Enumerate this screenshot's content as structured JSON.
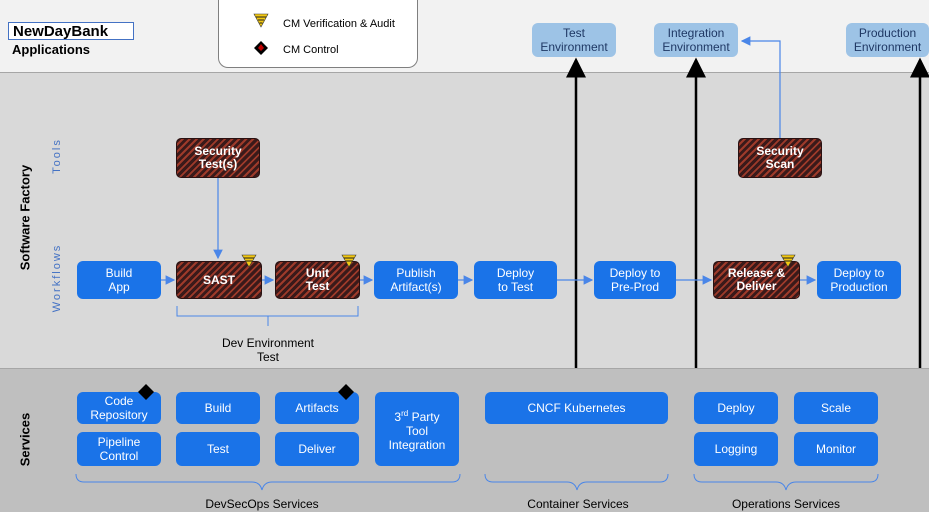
{
  "header": {
    "brand": "NewDayBank",
    "subtitle": "Applications"
  },
  "legend": {
    "verification_label": "CM Verification & Audit",
    "control_label": "CM Control"
  },
  "environments": {
    "test": "Test Environment",
    "integration": "Integration Environment",
    "production": "Production Environment"
  },
  "sections": {
    "software_factory": "Software Factory",
    "tools": "Tools",
    "workflows": "Workflows",
    "services": "Services"
  },
  "tools": {
    "security_tests": "Security Test(s)",
    "security_scan": "Security Scan"
  },
  "workflow": {
    "build_app": "Build App",
    "sast": "SAST",
    "unit_test": "Unit Test",
    "publish": "Publish Artifact(s)",
    "deploy_test": "Deploy to Test",
    "deploy_preprod": "Deploy to Pre-Prod",
    "release": "Release & Deliver",
    "deploy_prod": "Deploy to Production",
    "dev_env_test": "Dev Environment Test"
  },
  "services": {
    "code_repo": "Code Repository",
    "build": "Build",
    "artifacts": "Artifacts",
    "third_party_prefix": "3",
    "third_party_sup": "rd",
    "third_party_rest": " Party Tool Integration",
    "pipeline_control": "Pipeline Control",
    "test": "Test",
    "deliver": "Deliver",
    "cncf": "CNCF Kubernetes",
    "deploy": "Deploy",
    "scale": "Scale",
    "logging": "Logging",
    "monitor": "Monitor",
    "devsecops_caption": "DevSecOps Services",
    "container_caption": "Container Services",
    "operations_caption": "Operations Services"
  },
  "colors": {
    "workflow_blue": "#1a73e8",
    "env_blue": "#9dc3e6",
    "hatch_dark": "#3a1a1a",
    "hatch_red": "#9e3a2a",
    "audit_yellow": "#f2c811"
  }
}
